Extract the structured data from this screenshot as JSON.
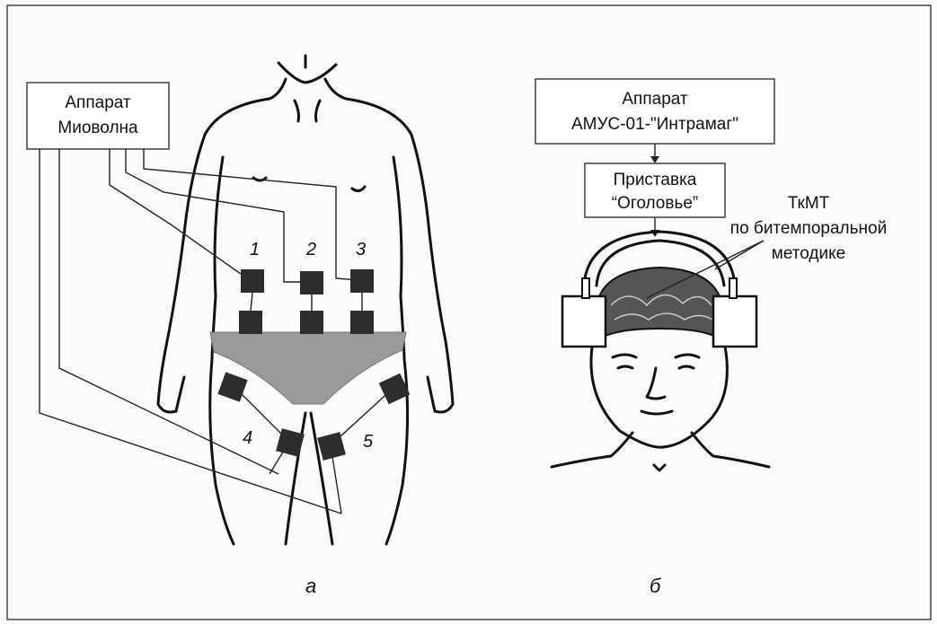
{
  "panel_a": {
    "device_label_line1": "Аппарат",
    "device_label_line2": "Миоволна",
    "electrode_numbers": [
      "1",
      "2",
      "3",
      "4",
      "5"
    ],
    "caption": "а"
  },
  "panel_b": {
    "device_label_line1": "Аппарат",
    "device_label_line2": "АМУС-01-\"Интрамаг\"",
    "attachment_line1": "Приставка",
    "attachment_line2": "“Оголовье”",
    "method_line1": "ТкМТ",
    "method_line2": "по битемпоральной",
    "method_line3": "методике",
    "caption": "б"
  },
  "colors": {
    "outline": "#111111",
    "electrode": "#2d2d2d",
    "garment": "#9a9a9a",
    "hair": "#555555",
    "background": "#fbfbfb"
  }
}
